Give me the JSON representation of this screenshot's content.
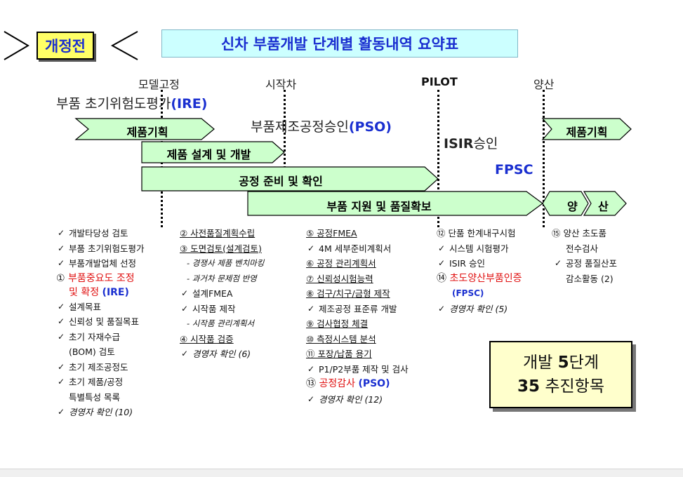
{
  "header": {
    "badge": "개정전",
    "title": "신차 부품개발 단계별 활동내역 요약표"
  },
  "milestones": {
    "m1": "모델고정",
    "m2": "시작차",
    "m3": "PILOT",
    "m4": "양산"
  },
  "labels": {
    "ire_prefix": "부품 초기위험도평가",
    "ire_code": "(IRE)",
    "pso_prefix": "부품제조공정승인",
    "pso_code": "(PSO)",
    "isir_prefix": "ISIR",
    "isir_suffix": "승인",
    "fpsc": "FPSC"
  },
  "bars": {
    "product_planning": "제품기획",
    "design_dev": "제품 설계 및 개발",
    "process_prep": "공정 준비 및 확인",
    "parts_support": "부품 지원 및 품질확보",
    "product_planning_2": "제품기획",
    "mass_1": "양",
    "mass_2": "산"
  },
  "col1": {
    "i1": "개발타당성 검토",
    "i2": "부품 초기위험도평가",
    "i3": "부품개발업체 선정",
    "i4_num": "①",
    "i4a": "부품중요도 조정",
    "i4b": "및 확정",
    "i4_code": "(IRE)",
    "i5": "설계목표",
    "i6": "신뢰성 및 품질목표",
    "i7a": "초기 자재수급",
    "i7b": "(BOM) 검토",
    "i8": "초기 제조공정도",
    "i9a": "초기 제품/공정",
    "i9b": "특별특성 목록",
    "i10": "경영자 확인 (10)"
  },
  "col2": {
    "i1": "② 사전품질계획수립",
    "i2": "③ 도면검토(설계검토)",
    "i3": "- 경쟁사 제품 벤치마킹",
    "i4": "- 과거차 문제점 반영",
    "i5": "설계FMEA",
    "i6": "시작품 제작",
    "i7": "- 시작품 관리계획서",
    "i8": "④ 시작품 검증",
    "i9": "경영자 확인 (6)"
  },
  "col3": {
    "i1": "⑤ 공정FMEA",
    "i2": "4M 세부준비계획서",
    "i3": "⑥ 공정 관리계획서",
    "i4": "⑦ 신뢰성시험능력",
    "i5": "⑧ 검구/치구/금형 제작",
    "i6": "제조공정 표준류 개발",
    "i7": "⑨ 검사협정 체결",
    "i8": "⑩ 측정시스템 분석",
    "i9": "⑪ 포장/납품 용기",
    "i10": "P1/P2부품 제작 및 검사",
    "i11_num": "⑬",
    "i11": "공정감사",
    "i11_code": "(PSO)",
    "i12": "경영자 확인 (12)"
  },
  "col4": {
    "i1": "⑫ 단품 한계내구시험",
    "i2": "시스템 시험평가",
    "i3": "ISIR 승인",
    "i4_num": "⑭",
    "i4": "초도양산부품인증",
    "i4_code": "(FPSC)",
    "i5": "경영자 확인 (5)"
  },
  "col5": {
    "i1a": "⑮ 양산 초도품",
    "i1b": "전수검사",
    "i2a": "공정 품질산포",
    "i2b": "감소활동 (2)"
  },
  "summary": {
    "line1_a": "개발 ",
    "line1_b": "5",
    "line1_c": "단계",
    "line2_a": "35",
    "line2_b": " 추진항목"
  },
  "colors": {
    "bar_fill": "#ccffcc",
    "badge_fill": "#ffff66",
    "title_fill": "#ccffff",
    "summary_fill": "#ffffcc",
    "accent_blue": "#1a2fd0",
    "accent_red": "#e01010"
  }
}
